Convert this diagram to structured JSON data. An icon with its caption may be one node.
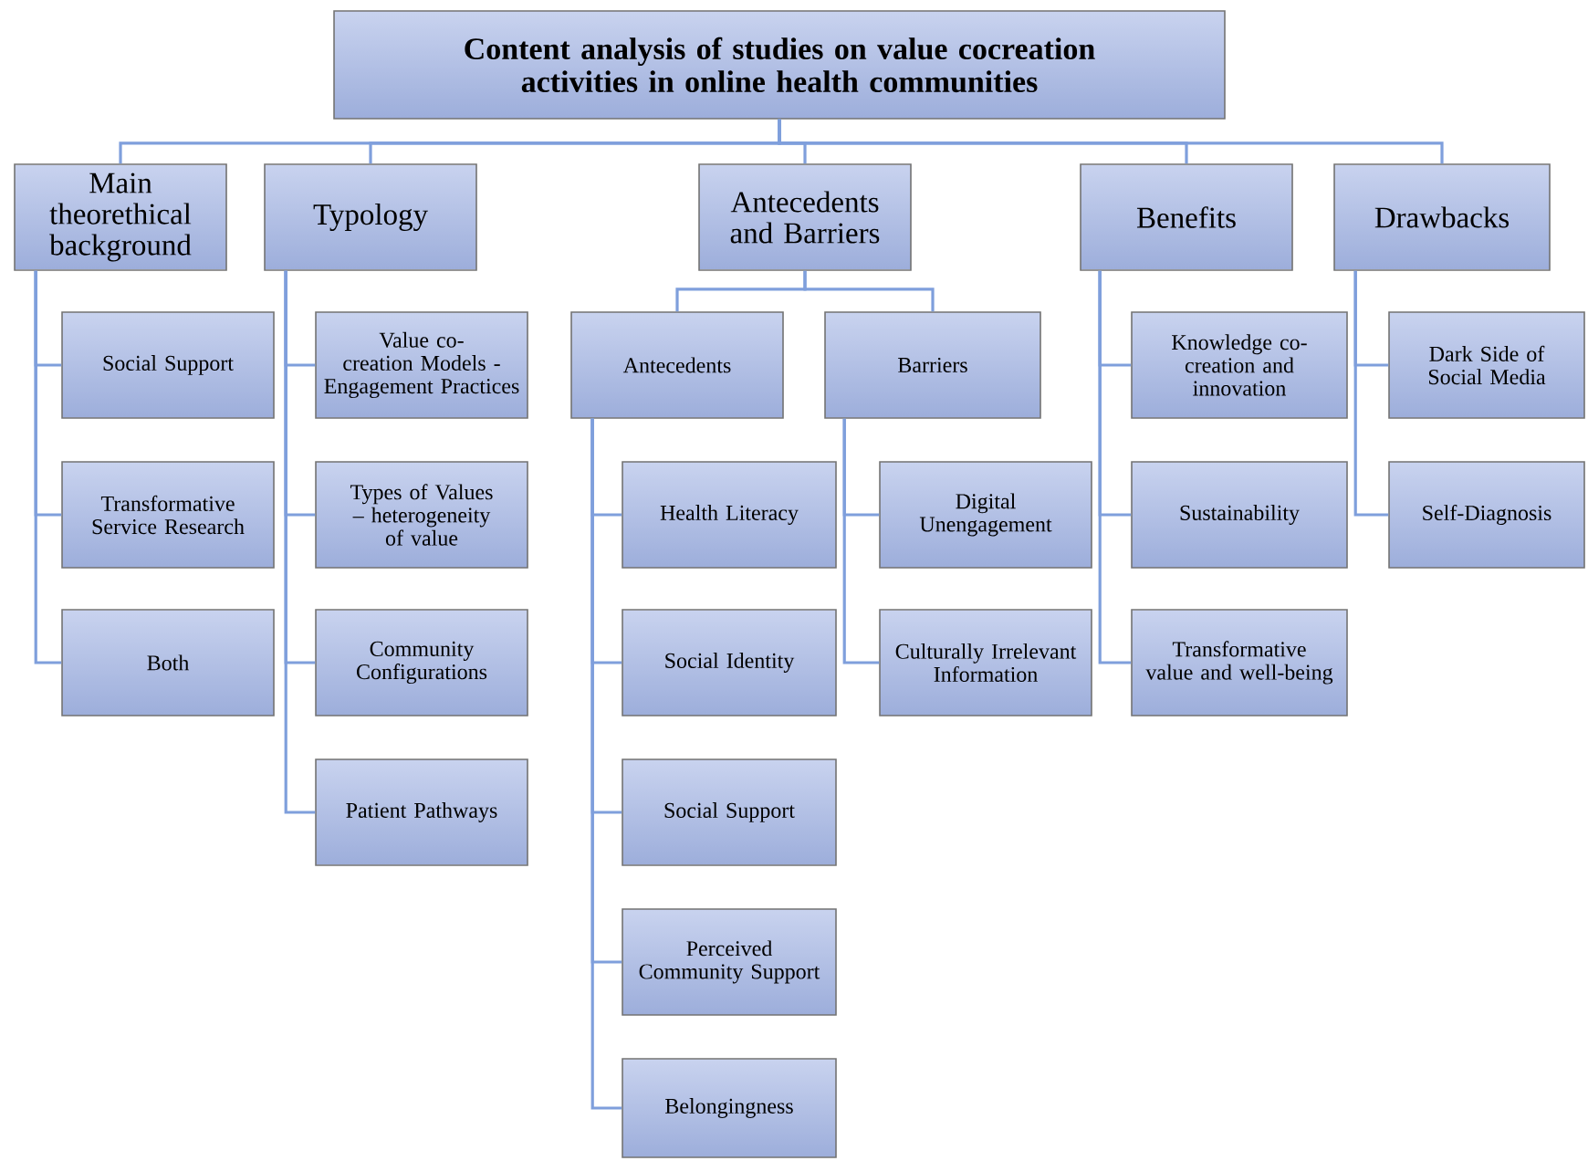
{
  "diagram": {
    "nodes": [
      {
        "text": [
          "Content analysis of studies on value cocreation activities in online health communities"
        ]
      },
      {
        "text": [
          "Main theorethical background"
        ]
      },
      {
        "text": [
          "Typology"
        ]
      },
      {
        "text": [
          "Antecedents and Barriers"
        ]
      },
      {
        "text": [
          "Benefits"
        ]
      },
      {
        "text": [
          "Drawbacks"
        ]
      },
      {
        "text": [
          "Social Support"
        ]
      },
      {
        "text": [
          "Transformative Service Research"
        ]
      },
      {
        "text": [
          "Both"
        ]
      },
      {
        "text": [
          "Value co-creation Models - Engagement Practices"
        ]
      },
      {
        "text": [
          "Types of Values – heterogeneity of value"
        ]
      },
      {
        "text": [
          "Community Configurations"
        ]
      },
      {
        "text": [
          "Patient Pathways"
        ]
      },
      {
        "text": [
          "Antecedents"
        ]
      },
      {
        "text": [
          "Barriers"
        ]
      },
      {
        "text": [
          "Health Literacy"
        ]
      },
      {
        "text": [
          "Social Identity"
        ]
      },
      {
        "text": [
          "Social Support"
        ]
      },
      {
        "text": [
          "Perceived Community Support"
        ]
      },
      {
        "text": [
          "Belongingness"
        ]
      },
      {
        "text": [
          "Digital Unengagement"
        ]
      },
      {
        "text": [
          "Culturally Irrelevant Information"
        ]
      },
      {
        "text": [
          "Knowledge co-creation and innovation"
        ]
      },
      {
        "text": [
          "Sustainability"
        ]
      },
      {
        "text": [
          "Transformative value and well-being"
        ]
      },
      {
        "text": [
          "Dark Side of Social Media"
        ]
      },
      {
        "text": [
          "Self-Diagnosis"
        ]
      }
    ],
    "edges": [
      {
        "from": 0,
        "to": 1,
        "arrow": "none"
      },
      {
        "from": 0,
        "to": 2,
        "arrow": "none"
      },
      {
        "from": 0,
        "to": 3,
        "arrow": "none"
      },
      {
        "from": 0,
        "to": 4,
        "arrow": "none"
      },
      {
        "from": 0,
        "to": 5,
        "arrow": "none"
      },
      {
        "from": 1,
        "to": 6,
        "arrow": "none"
      },
      {
        "from": 1,
        "to": 7,
        "arrow": "none"
      },
      {
        "from": 1,
        "to": 8,
        "arrow": "none"
      },
      {
        "from": 2,
        "to": 9,
        "arrow": "none"
      },
      {
        "from": 2,
        "to": 10,
        "arrow": "none"
      },
      {
        "from": 2,
        "to": 11,
        "arrow": "none"
      },
      {
        "from": 2,
        "to": 12,
        "arrow": "none"
      },
      {
        "from": 3,
        "to": 13,
        "arrow": "none"
      },
      {
        "from": 3,
        "to": 14,
        "arrow": "none"
      },
      {
        "from": 13,
        "to": 15,
        "arrow": "none"
      },
      {
        "from": 13,
        "to": 16,
        "arrow": "none"
      },
      {
        "from": 13,
        "to": 17,
        "arrow": "none"
      },
      {
        "from": 13,
        "to": 18,
        "arrow": "none"
      },
      {
        "from": 13,
        "to": 19,
        "arrow": "none"
      },
      {
        "from": 14,
        "to": 20,
        "arrow": "none"
      },
      {
        "from": 14,
        "to": 21,
        "arrow": "none"
      },
      {
        "from": 4,
        "to": 22,
        "arrow": "none"
      },
      {
        "from": 4,
        "to": 23,
        "arrow": "none"
      },
      {
        "from": 4,
        "to": 24,
        "arrow": "none"
      },
      {
        "from": 5,
        "to": 25,
        "arrow": "none"
      },
      {
        "from": 5,
        "to": 26,
        "arrow": "none"
      }
    ]
  }
}
